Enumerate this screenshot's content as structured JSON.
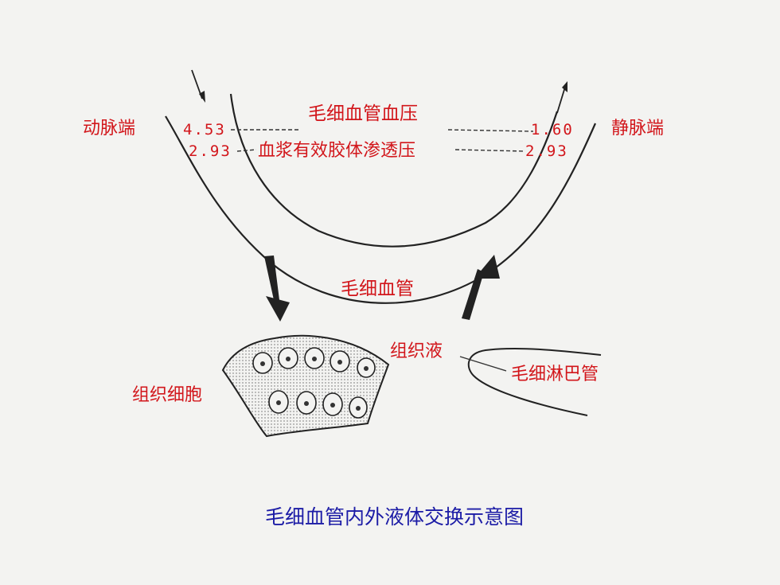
{
  "labels": {
    "arterial_end": "动脉端",
    "venous_end": "静脉端",
    "capillary_pressure": "毛细血管血压",
    "colloid_pressure": "血浆有效胶体渗透压",
    "capillary": "毛细血管",
    "tissue_fluid": "组织液",
    "lymph_capillary": "毛细淋巴管",
    "tissue_cells": "组织细胞"
  },
  "values": {
    "arterial_blood_pressure": "4.53",
    "arterial_colloid_pressure": "2.93",
    "venous_blood_pressure": "1.60",
    "venous_colloid_pressure": "2.93"
  },
  "caption": "毛细血管内外液体交换示意图",
  "colors": {
    "label": "#d2161b",
    "caption": "#1c1ca6",
    "line": "#222222",
    "background": "#f3f3f1"
  }
}
